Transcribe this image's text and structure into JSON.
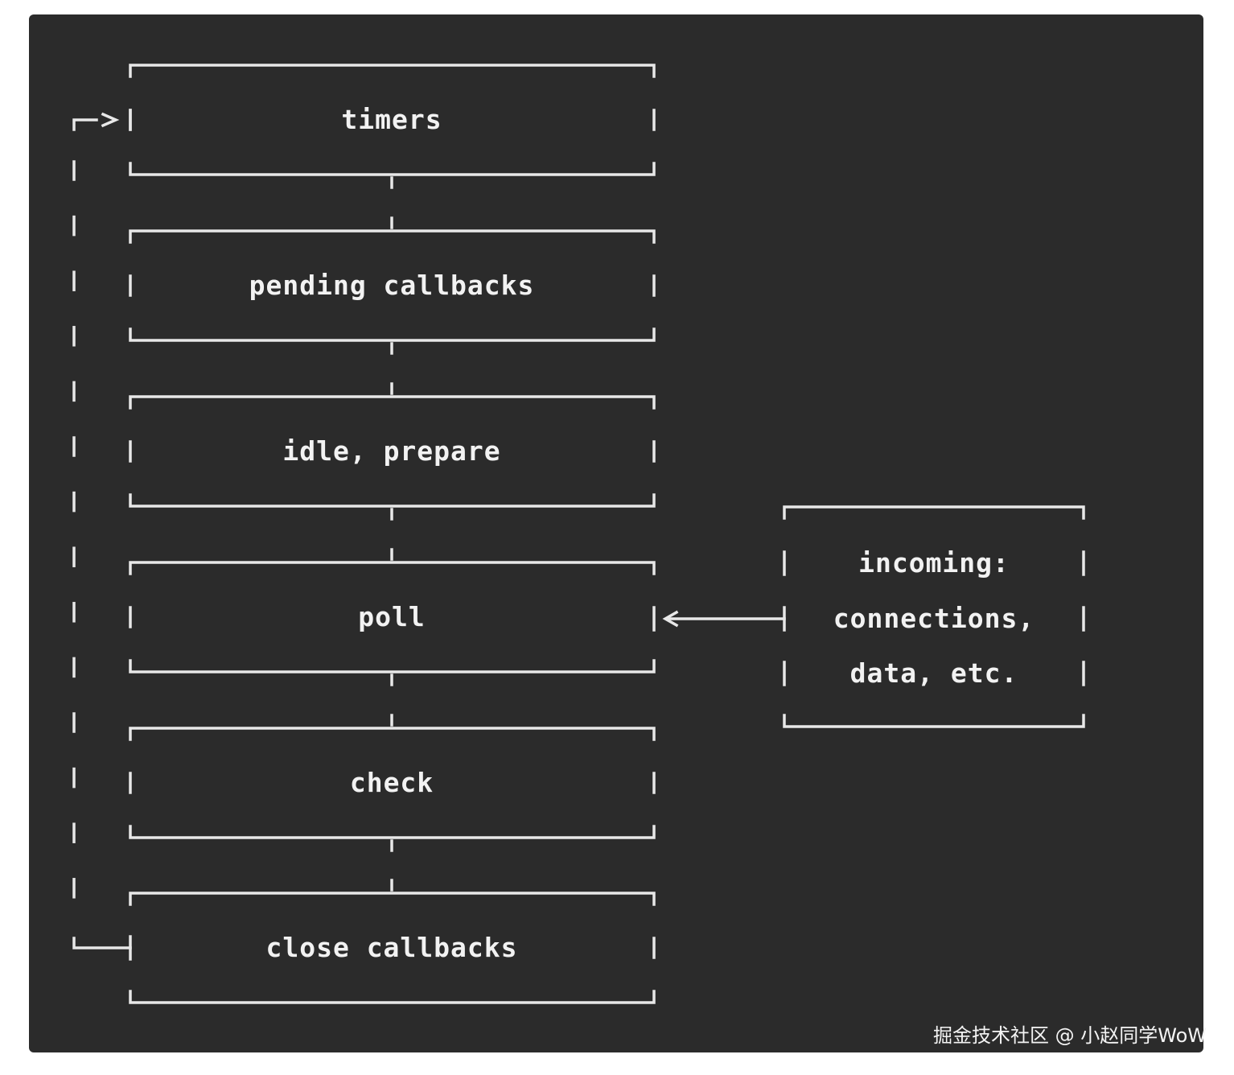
{
  "diagram": {
    "phases": [
      {
        "id": "timers",
        "label": "timers"
      },
      {
        "id": "pending-callbacks",
        "label": "pending callbacks"
      },
      {
        "id": "idle-prepare",
        "label": "idle, prepare"
      },
      {
        "id": "poll",
        "label": "poll"
      },
      {
        "id": "check",
        "label": "check"
      },
      {
        "id": "close-callbacks",
        "label": "close callbacks"
      }
    ],
    "incoming": {
      "lines": [
        "incoming:",
        "connections,",
        "data, etc."
      ]
    }
  },
  "watermark": "掘金技术社区 @ 小赵同学WoW",
  "colors": {
    "background": "#2b2b2b",
    "stroke": "#e8e8e8",
    "text": "#f2f2f2"
  }
}
